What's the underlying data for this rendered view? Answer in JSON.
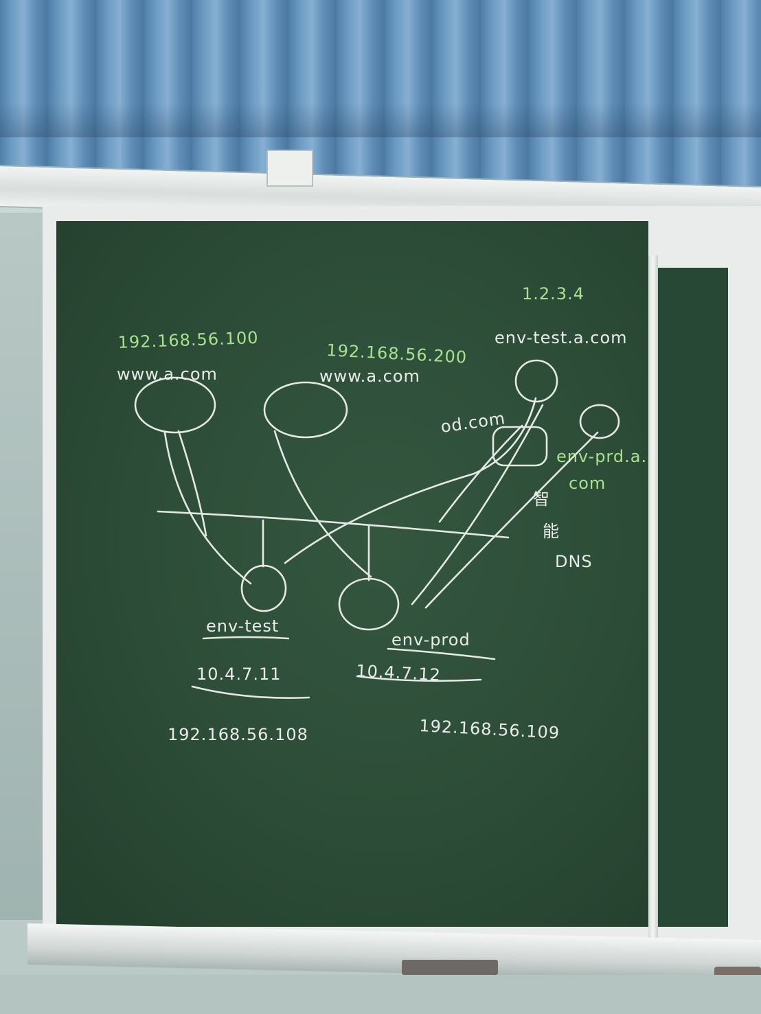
{
  "board": {
    "left_node_ip": "192.168.56.100",
    "left_node_host": "www.a.com",
    "mid_node_ip": "192.168.56.200",
    "mid_node_host": "www.a.com",
    "right_top_ips": "1.2.3.4",
    "right_node_label": "env-test.a.com",
    "od_label": "od.com",
    "right_lower_label_1": "env-prd.a.",
    "right_lower_label_2": "com",
    "smart_1": "智",
    "smart_2": "能",
    "dns": "DNS",
    "test_env_name": "env-test",
    "test_env_old_ip": "10.4.7.11",
    "test_env_ip": "192.168.56.108",
    "prod_env_name": "env-prod",
    "prod_env_old_ip": "10.4.7.12",
    "prod_env_ip": "192.168.56.109"
  },
  "colors": {
    "chalkboard": "#2c4c37",
    "chalk_white": "#e8ece8",
    "chalk_green": "#a8e28c",
    "curtain": "#6f9cc3"
  }
}
